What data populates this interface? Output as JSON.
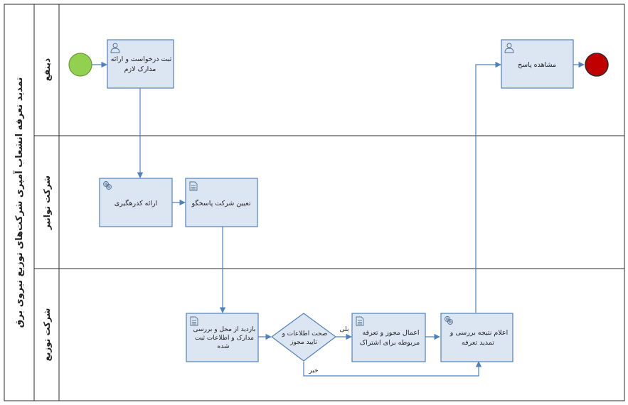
{
  "pool": {
    "title": "تمدید تعرفه انشعاب آمپری شرکت‌های توزیع نیروی برق"
  },
  "lanes": [
    {
      "label": "ذینفع"
    },
    {
      "label": "شرکت توانیر"
    },
    {
      "label": "شرکت توزیع"
    }
  ],
  "tasks": {
    "submit_request": {
      "lines": [
        "ثبت درخواست و ارائه",
        "مدارک لازم"
      ],
      "icon": "user-task-icon"
    },
    "view_response": {
      "lines": [
        "مشاهده پاسخ"
      ],
      "icon": "user-task-icon"
    },
    "assign_code": {
      "lines": [
        "ارائه کدرهگیری"
      ],
      "icon": "service-task-icon"
    },
    "assign_company": {
      "lines": [
        "تعیین شرکت پاسخگو"
      ],
      "icon": "manual-task-icon"
    },
    "site_visit": {
      "lines": [
        "بازدید از محل و بررسی",
        "مدارک و اطلاعات ثبت",
        "شده"
      ],
      "icon": "manual-task-icon"
    },
    "apply_tariff": {
      "lines": [
        "اعمال مجوز و تعرفه",
        "مربوطه برای اشتراک"
      ],
      "icon": "manual-task-icon"
    },
    "announce_result": {
      "lines": [
        "اعلام نتیجه بررسی و",
        "تمدید تعرفه"
      ],
      "icon": "service-task-icon"
    }
  },
  "gateway": {
    "lines": [
      "صحت اطلاعات و",
      "تایید مجوز"
    ]
  },
  "flows": {
    "yes_label": "بلی",
    "no_label": "خیر"
  },
  "colors": {
    "task_fill": "#dce6f2",
    "task_stroke": "#4f81bd",
    "start_event": "#92d050",
    "end_event": "#c00000",
    "arrow": "#4f81bd"
  }
}
